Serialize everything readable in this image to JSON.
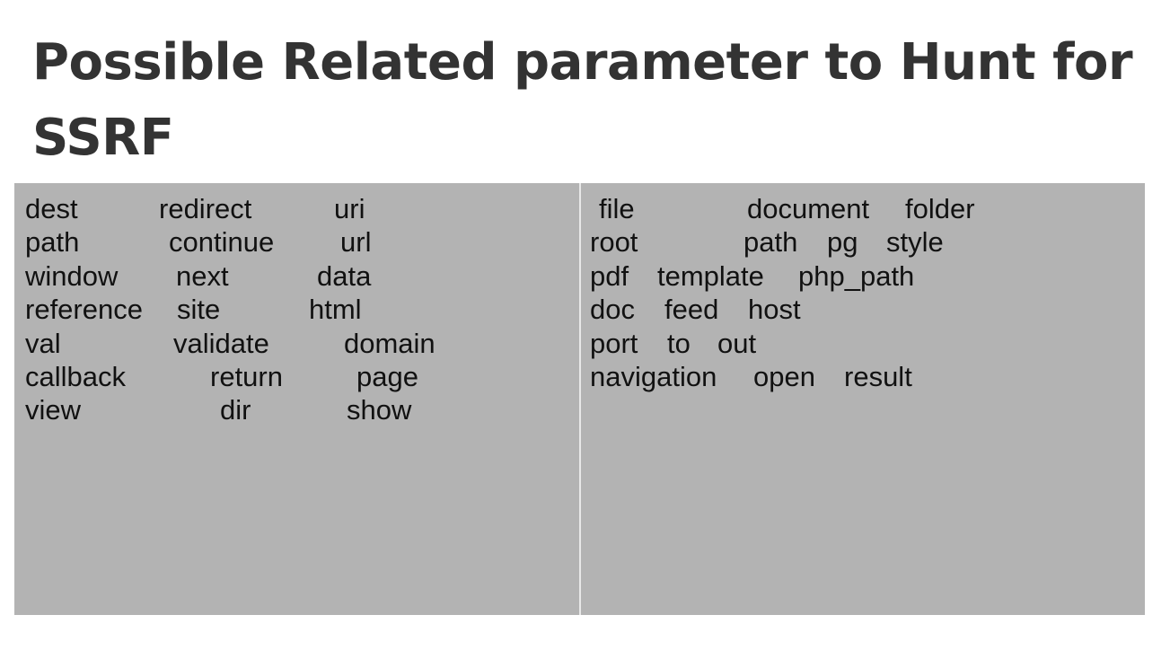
{
  "slide": {
    "title": "Possible Related parameter to Hunt for SSRF"
  },
  "left_panel": {
    "rows": [
      [
        "dest",
        "redirect",
        "uri"
      ],
      [
        "path",
        "continue",
        "url"
      ],
      [
        "window",
        "next",
        "data"
      ],
      [
        "reference",
        "site",
        "html"
      ],
      [
        "val",
        "validate",
        "domain"
      ],
      [
        "callback",
        "return",
        "page"
      ],
      [
        "view",
        "dir",
        "show"
      ]
    ]
  },
  "right_panel": {
    "rows": [
      [
        "file",
        "document",
        "folder"
      ],
      [
        "root",
        "path",
        "pg",
        "style"
      ],
      [
        "pdf",
        "template",
        "php_path"
      ],
      [
        "doc",
        "feed",
        "host"
      ],
      [
        "port",
        "to",
        "out"
      ],
      [
        "navigation",
        "open",
        "result"
      ]
    ]
  },
  "colors": {
    "panel_background": "#b3b3b3",
    "title_text": "#333333",
    "body_text": "#111111"
  }
}
